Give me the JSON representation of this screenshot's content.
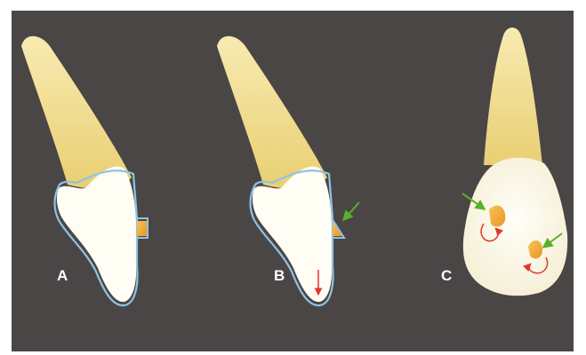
{
  "figure": {
    "background_color": "#4a4645",
    "page_color": "#ffffff",
    "root_color": "#eed98a",
    "crown_color": "#fffdf4",
    "outline_color": "#8ec3e6",
    "attachment_color": "#f1a733",
    "green_arrow_color": "#58b12b",
    "red_arrow_color": "#e2362b",
    "label_color": "#ffffff"
  },
  "panels": [
    {
      "label": "A",
      "icon": "tooth-with-aligner-attachment-icon"
    },
    {
      "label": "B",
      "icon": "tooth-with-bevelled-attachment-and-intrusion-arrow-icon"
    },
    {
      "label": "C",
      "icon": "tooth-front-view-with-rotation-attachments-icon"
    }
  ]
}
